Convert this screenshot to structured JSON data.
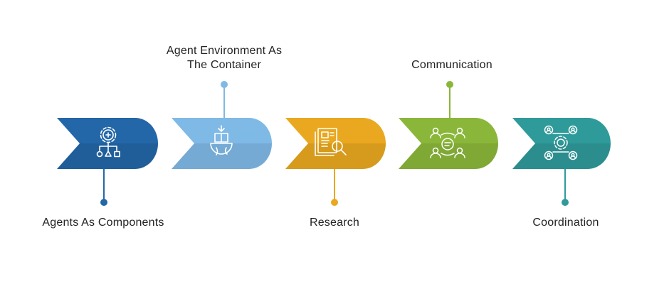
{
  "steps": [
    {
      "label": "Agents As Components",
      "color": "#2367a8",
      "icon": "gear-flowchart-icon",
      "label_side": "bottom"
    },
    {
      "label_line1": "Agent Environment As",
      "label_line2": "The Container",
      "color": "#7fb9e6",
      "icon": "box-in-bowl-icon",
      "label_side": "top"
    },
    {
      "label": "Research",
      "color": "#e9a81f",
      "icon": "document-magnifier-icon",
      "label_side": "bottom"
    },
    {
      "label": "Communication",
      "color": "#8ab73a",
      "icon": "people-chat-icon",
      "label_side": "top"
    },
    {
      "label": "Coordination",
      "color": "#2f9a9a",
      "icon": "people-gear-icon",
      "label_side": "bottom"
    }
  ]
}
